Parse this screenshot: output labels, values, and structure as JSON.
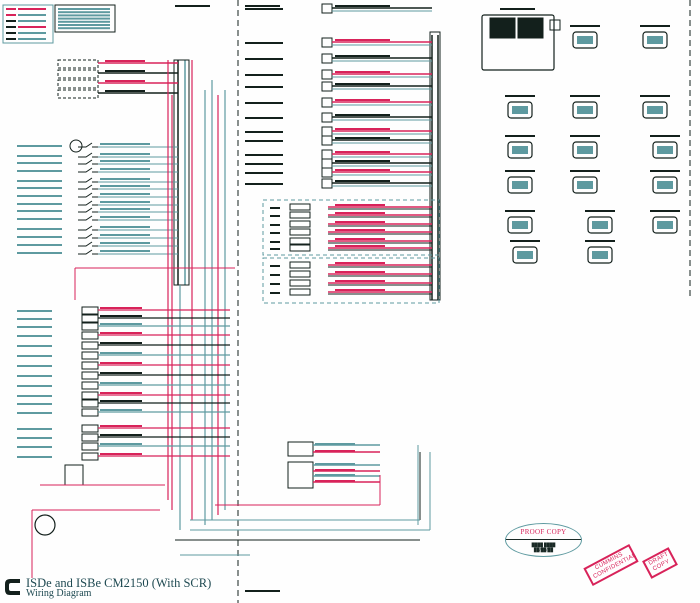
{
  "document": {
    "title": "ISDe and ISBe CM2150 (With SCR)",
    "subtitle": "Wiring Diagram",
    "brand_icon": "cummins-c-logo"
  },
  "stamps": {
    "proof_copy": "PROOF COPY",
    "proof_sub_line1": "████ ████",
    "proof_sub_line2": "██/██/██",
    "confidential": "CUMMINS CONFIDENTIAL",
    "draft": "DRAFT COPY"
  },
  "colors": {
    "wire_red": "#d8235a",
    "wire_teal": "#5e9aa0",
    "wire_black": "#13201c",
    "background": "#fefefe"
  },
  "sections": {
    "left_oem": "OEM responsibility (illegible labels)",
    "center_engine": "Engine harness (illegible labels)",
    "right_connectors": "Connector face views (illegible labels)"
  }
}
